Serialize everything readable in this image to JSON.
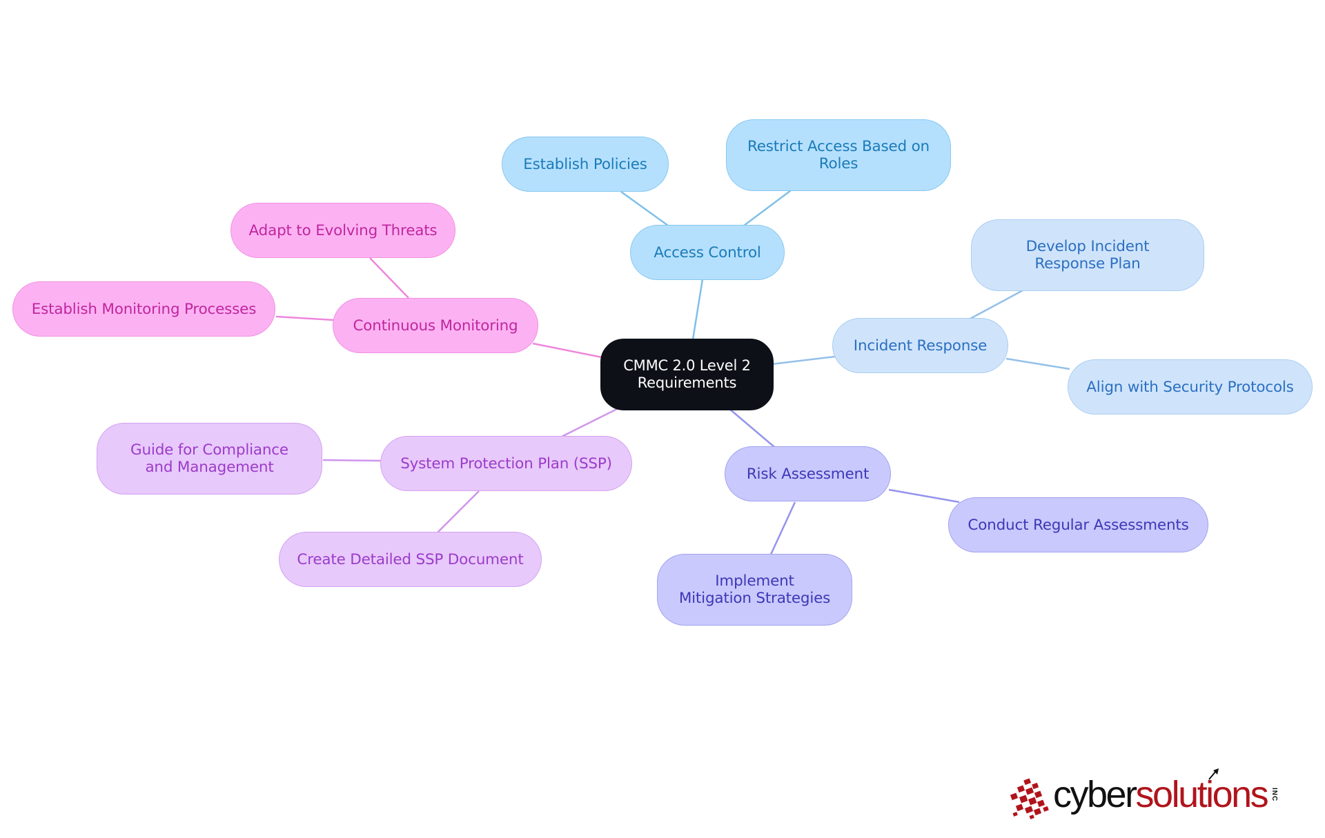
{
  "mindmap": {
    "root": {
      "label": "CMMC 2.0 Level 2 Requirements"
    },
    "branches": [
      {
        "id": "access",
        "label": "Access Control",
        "color": "#b5e0fd",
        "line_color": "#7fc0e8",
        "children": [
          {
            "label": "Establish Policies"
          },
          {
            "label": "Restrict Access Based on Roles"
          }
        ]
      },
      {
        "id": "incident",
        "label": "Incident Response",
        "color": "#cfe4fb",
        "line_color": "#93c0ea",
        "children": [
          {
            "label": "Develop Incident Response Plan"
          },
          {
            "label": "Align with Security Protocols"
          }
        ]
      },
      {
        "id": "risk",
        "label": "Risk Assessment",
        "color": "#c9c9fd",
        "line_color": "#9393ee",
        "children": [
          {
            "label": "Conduct Regular Assessments"
          },
          {
            "label": "Implement Mitigation Strategies"
          }
        ]
      },
      {
        "id": "ssp",
        "label": "System Protection Plan (SSP)",
        "color": "#e7c9fb",
        "line_color": "#cf94ee",
        "children": [
          {
            "label": "Guide for Compliance and Management"
          },
          {
            "label": "Create Detailed SSP Document"
          }
        ]
      },
      {
        "id": "monitoring",
        "label": "Continuous Monitoring",
        "color": "#fcb2f2",
        "line_color": "#ee86dc",
        "children": [
          {
            "label": "Establish Monitoring Processes"
          },
          {
            "label": "Adapt to Evolving Threats"
          }
        ]
      }
    ]
  },
  "logo": {
    "word_dark": "cyber",
    "word_red": "solutions",
    "suffix": "INC",
    "brand_red": "#b0141b",
    "icon": "pixel-cluster-logo-icon"
  }
}
